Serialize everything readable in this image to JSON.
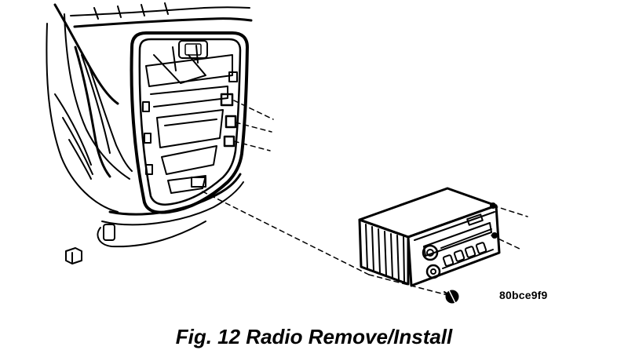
{
  "figure": {
    "reference_code": "80bce9f9",
    "caption": "Fig. 12 Radio Remove/Install"
  },
  "colors": {
    "ink": "#000000",
    "paper": "#ffffff"
  },
  "icons": [
    "dashboard-bezel-drawing",
    "radio-unit-drawing",
    "mounting-screw-icon"
  ]
}
